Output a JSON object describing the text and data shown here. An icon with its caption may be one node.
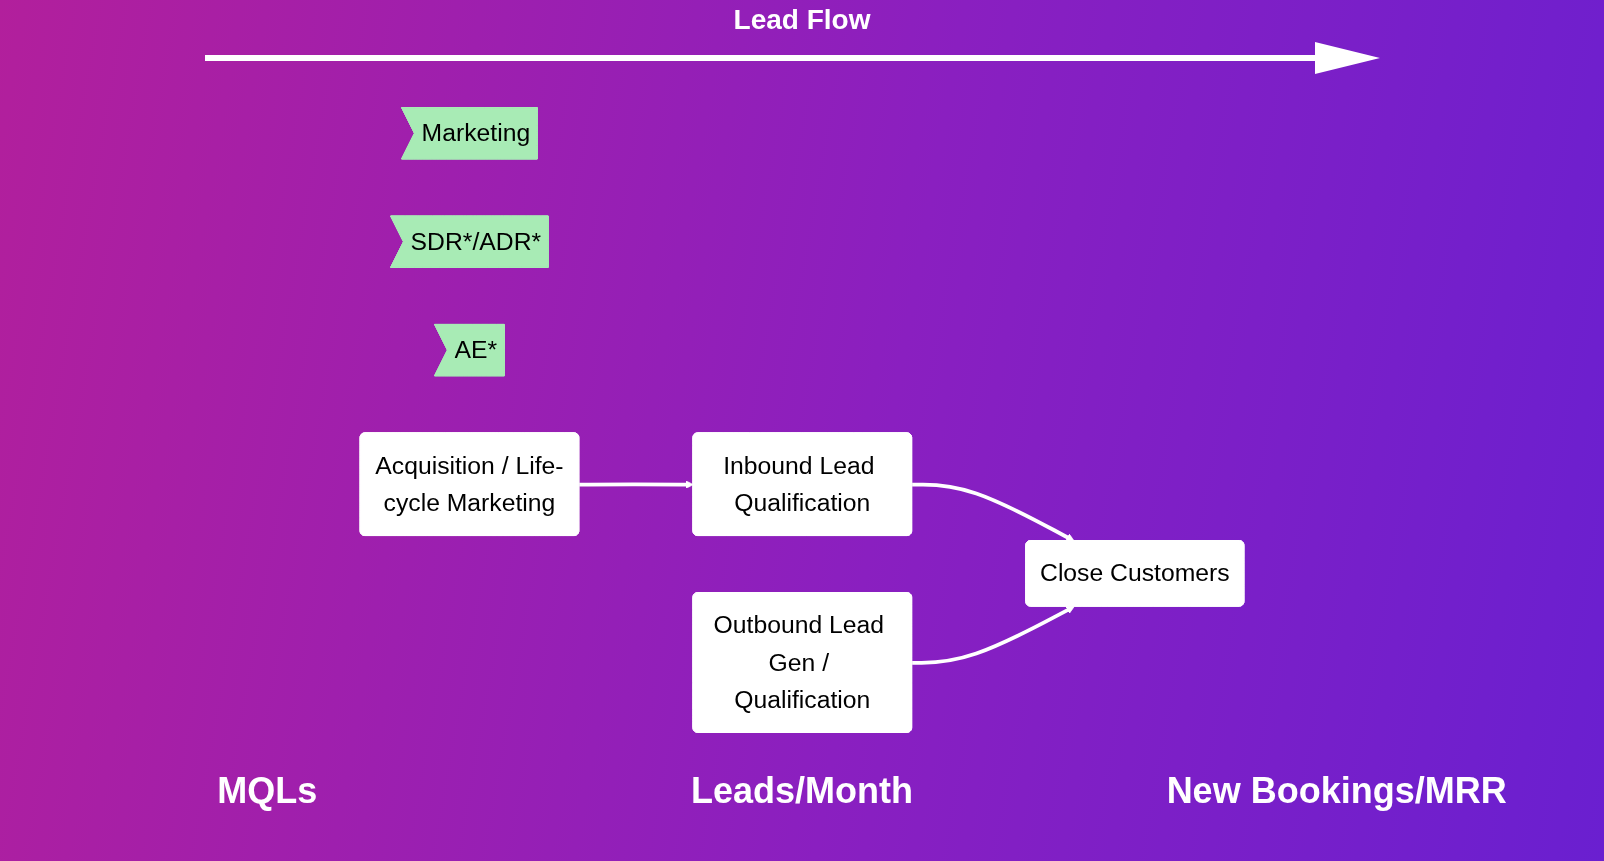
{
  "diagram": {
    "title": "Lead Flow",
    "nodes": [
      {
        "text": [
          "Marketing"
        ]
      },
      {
        "text": [
          "SDR*/ADR*"
        ]
      },
      {
        "text": [
          "AE*"
        ]
      },
      {
        "text": [
          "Acquisition / Life-cycle Marketing"
        ]
      },
      {
        "text": [
          "Inbound Lead Qualification"
        ]
      },
      {
        "text": [
          "Close Customers"
        ]
      },
      {
        "text": [
          "Outbound Lead Gen / Qualification"
        ]
      }
    ],
    "edges": [
      {
        "from": 3,
        "to": 4,
        "arrow": "to"
      },
      {
        "from": 4,
        "to": 5,
        "arrow": "to"
      },
      {
        "from": 6,
        "to": 5,
        "arrow": "to"
      }
    ],
    "labels": [
      "MQLs",
      "Leads/Month",
      "New Bookings/MRR"
    ]
  }
}
